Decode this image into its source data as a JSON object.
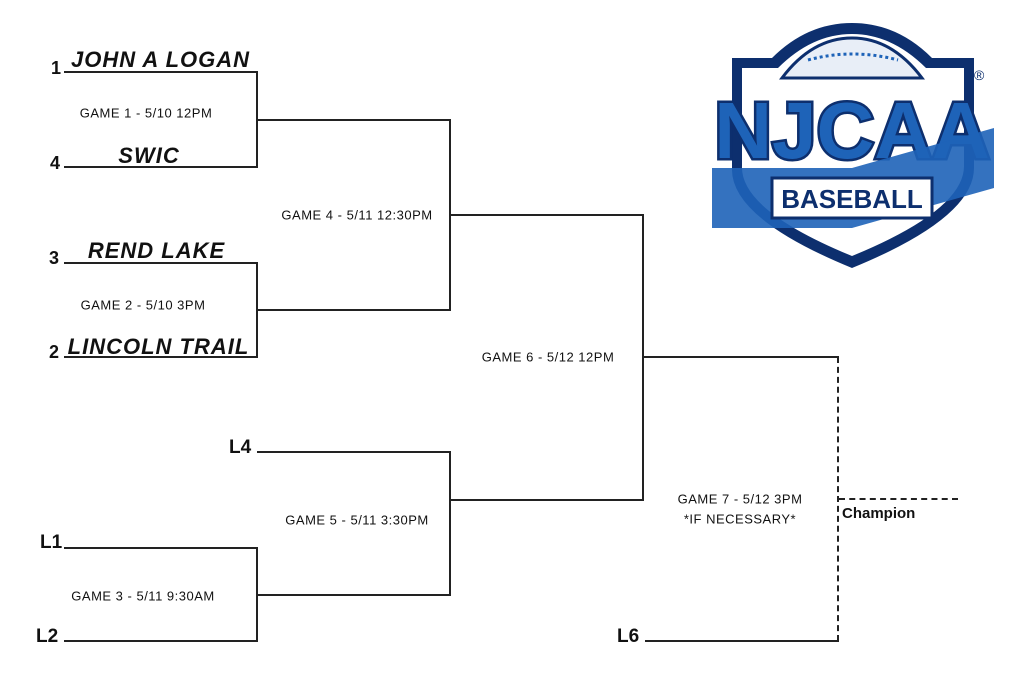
{
  "teams": [
    {
      "seed": "1",
      "name": "JOHN A LOGAN"
    },
    {
      "seed": "4",
      "name": "SWIC"
    },
    {
      "seed": "3",
      "name": "REND LAKE"
    },
    {
      "seed": "2",
      "name": "LINCOLN TRAIL"
    }
  ],
  "games": {
    "g1": "GAME 1 - 5/10 12PM",
    "g2": "GAME 2 - 5/10 3PM",
    "g3": "GAME 3 - 5/11 9:30AM",
    "g4": "GAME 4 - 5/11 12:30PM",
    "g5": "GAME 5 - 5/11 3:30PM",
    "g6": "GAME 6 - 5/12 12PM",
    "g7": "GAME 7 - 5/12 3PM",
    "g7_note": "*IF NECESSARY*"
  },
  "slots": {
    "l4": "L4",
    "l1": "L1",
    "l2": "L2",
    "l6": "L6"
  },
  "champion": "Champion",
  "logo": {
    "name": "NJCAA",
    "sport": "BASEBALL",
    "mark": "®",
    "colors": {
      "dark": "#0d2f6e",
      "blue": "#1e63b8",
      "light": "#5aa0e0"
    }
  }
}
